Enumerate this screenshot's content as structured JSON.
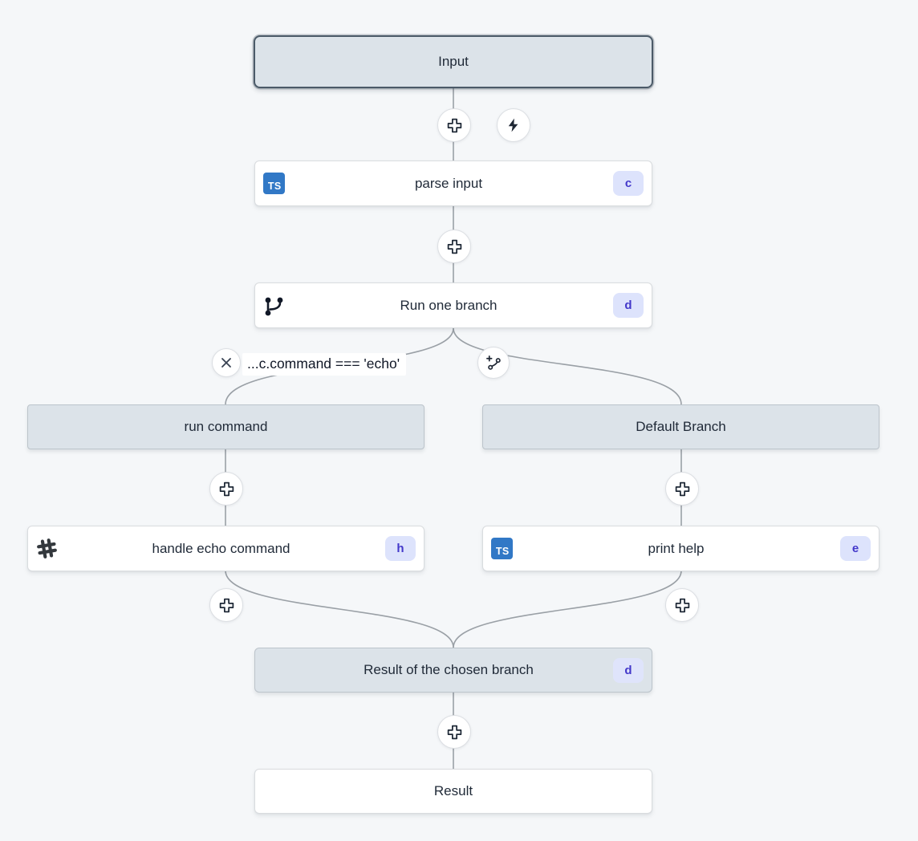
{
  "flow": {
    "nodes": {
      "input": {
        "label": "Input"
      },
      "parse_input": {
        "label": "parse input",
        "badge": "c"
      },
      "run_one_branch": {
        "label": "Run one branch",
        "badge": "d"
      },
      "condition": {
        "text": "...c.command === 'echo'"
      },
      "run_command": {
        "label": "run command"
      },
      "default_branch": {
        "label": "Default Branch"
      },
      "handle_echo_command": {
        "label": "handle echo command",
        "badge": "h"
      },
      "print_help": {
        "label": "print help",
        "badge": "e"
      },
      "result_of_chosen_branch": {
        "label": "Result of the chosen branch",
        "badge": "d"
      },
      "result": {
        "label": "Result"
      }
    },
    "icons": {
      "typescript": "TS"
    },
    "colors": {
      "canvas_bg": "#f5f7f9",
      "edge": "#9aa0a6",
      "node_gray_bg": "#dce3e9",
      "selected_border": "#4b5a68",
      "badge_bg": "#dde3fc",
      "badge_text": "#4338ca",
      "typescript_blue": "#3178c6",
      "icon_dark": "#1e2633"
    }
  }
}
